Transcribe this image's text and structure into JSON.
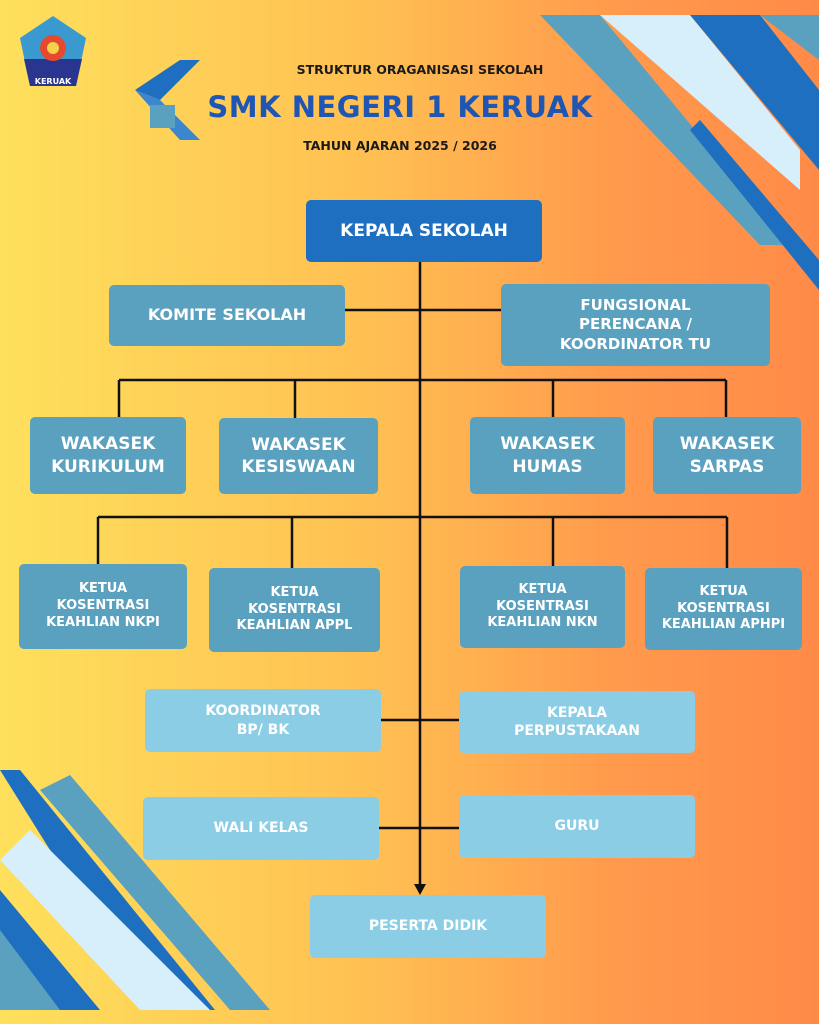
{
  "header": {
    "subtitle": "STRUKTUR ORAGANISASI SEKOLAH",
    "title": "SMK NEGERI 1 KERUAK",
    "year": "TAHUN AJARAN 2025 / 2026",
    "logo_text": "KERUAK"
  },
  "colors": {
    "dark": "#1f6fc0",
    "mid": "#5aa0bf",
    "light": "#8ccde6"
  },
  "org": {
    "kepala": "KEPALA SEKOLAH",
    "komite": "KOMITE SEKOLAH",
    "fungsional": "FUNGSIONAL\nPERENCANA /\nKOORDINATOR TU",
    "wakasek": [
      "WAKASEK\nKURIKULUM",
      "WAKASEK\nKESISWAAN",
      "WAKASEK\nHUMAS",
      "WAKASEK\nSARPAS"
    ],
    "ketua": [
      "KETUA\nKOSENTRASI\nKEAHLIAN NKPI",
      "KETUA\nKOSENTRASI\nKEAHLIAN APPL",
      "KETUA\nKOSENTRASI\nKEAHLIAN NKN",
      "KETUA\nKOSENTRASI\nKEAHLIAN APHPI"
    ],
    "bpbk": "KOORDINATOR\nBP/ BK",
    "perpus": "KEPALA\nPERPUSTAKAAN",
    "wali": "WALI KELAS",
    "guru": "GURU",
    "peserta": "PESERTA DIDIK"
  }
}
